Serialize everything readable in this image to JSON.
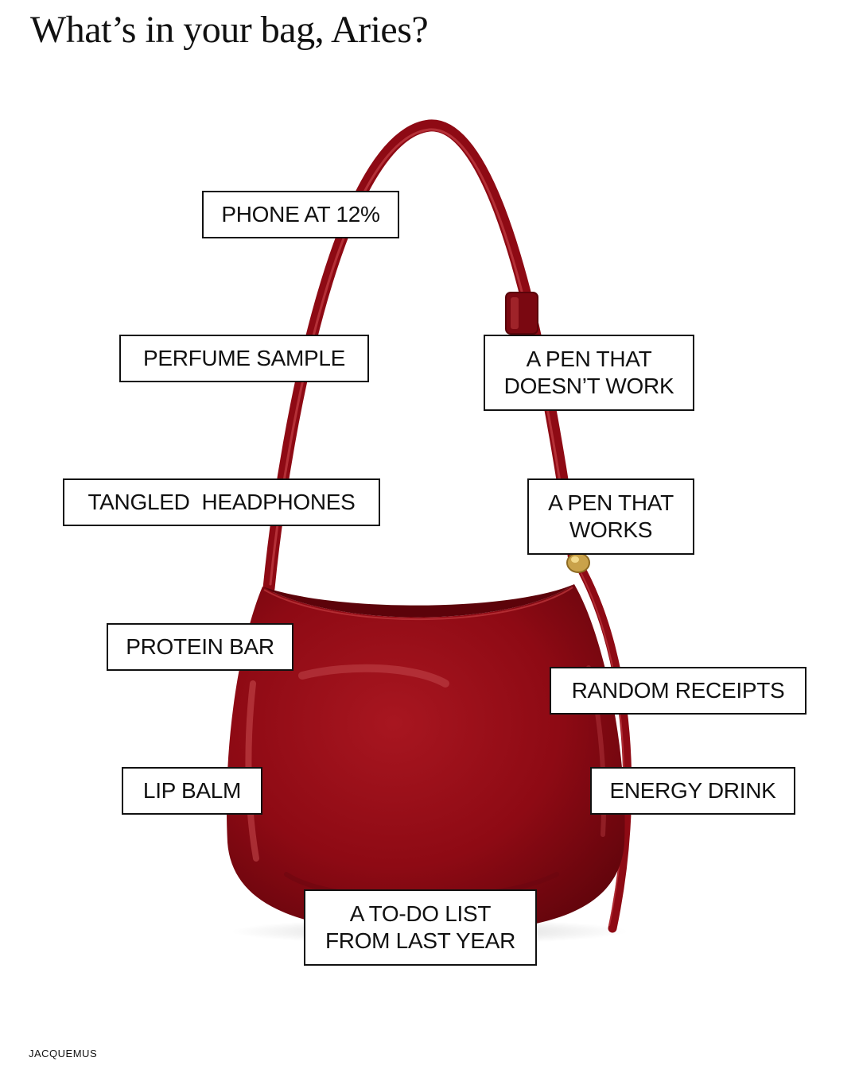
{
  "headline": "What’s in your bag, Aries?",
  "labels": {
    "phone": "PHONE AT 12%",
    "perfume": "PERFUME SAMPLE",
    "pen_broken": "A PEN THAT\nDOESN’T WORK",
    "headphones": "TANGLED  HEADPHONES",
    "pen_working": "A PEN THAT\nWORKS",
    "protein_bar": "PROTEIN BAR",
    "receipts": "RANDOM RECEIPTS",
    "lip_balm": "LIP BALM",
    "energy_drink": "ENERGY DRINK",
    "todo_list": "A TO-DO LIST\nFROM LAST YEAR"
  },
  "brand": "JACQUEMUS",
  "colors": {
    "bag_red": "#8e0a14",
    "bag_highlight": "#c23a3e",
    "hardware_gold": "#c9a24a",
    "border": "#111111",
    "background": "#ffffff"
  }
}
